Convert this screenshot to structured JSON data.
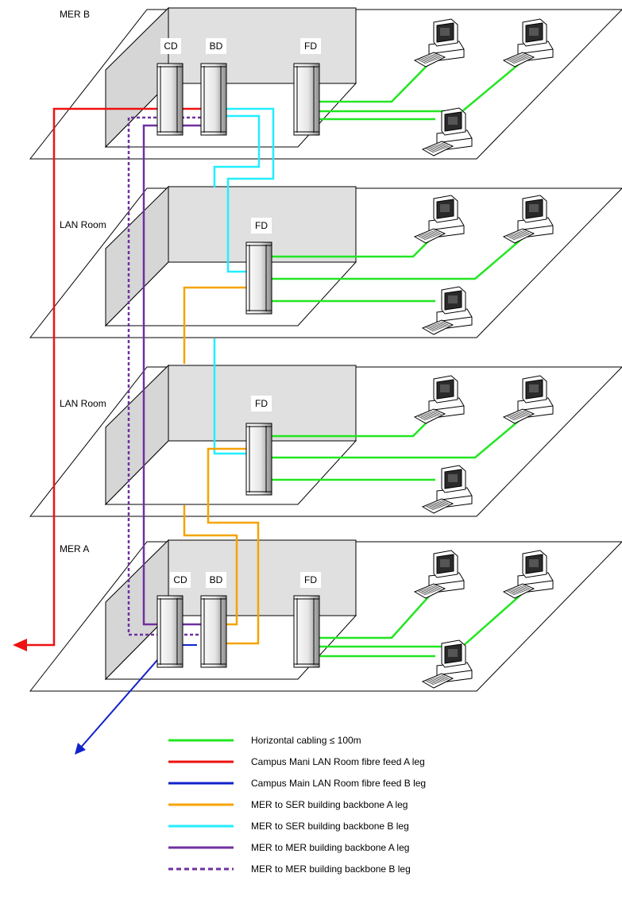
{
  "floors": [
    {
      "label": "MER B",
      "cabinets": [
        "CD",
        "BD",
        "FD"
      ]
    },
    {
      "label": "LAN Room",
      "cabinets": [
        "FD"
      ]
    },
    {
      "label": "LAN Room",
      "cabinets": [
        "FD"
      ]
    },
    {
      "label": "MER A",
      "cabinets": [
        "CD",
        "BD",
        "FD"
      ]
    }
  ],
  "legend": [
    {
      "label": "Horizontal cabling ≤ 100m",
      "color": "#22e622",
      "style": "solid"
    },
    {
      "label": "Campus Mani LAN Room fibre feed A leg",
      "color": "#ee1111",
      "style": "solid"
    },
    {
      "label": "Campus Main LAN Room fibre feed B leg",
      "color": "#1122cc",
      "style": "solid"
    },
    {
      "label": "MER to SER building backbone A leg",
      "color": "#f5a300",
      "style": "solid"
    },
    {
      "label": "MER to SER building backbone B leg",
      "color": "#22eeff",
      "style": "solid"
    },
    {
      "label": "MER to MER building backbone A leg",
      "color": "#7030a0",
      "style": "solid"
    },
    {
      "label": "MER to MER building backbone B leg",
      "color": "#7030a0",
      "style": "dashed"
    }
  ],
  "icons": {
    "workstation": "desktop-computer-icon",
    "cabinet": "rack-cabinet-icon"
  }
}
